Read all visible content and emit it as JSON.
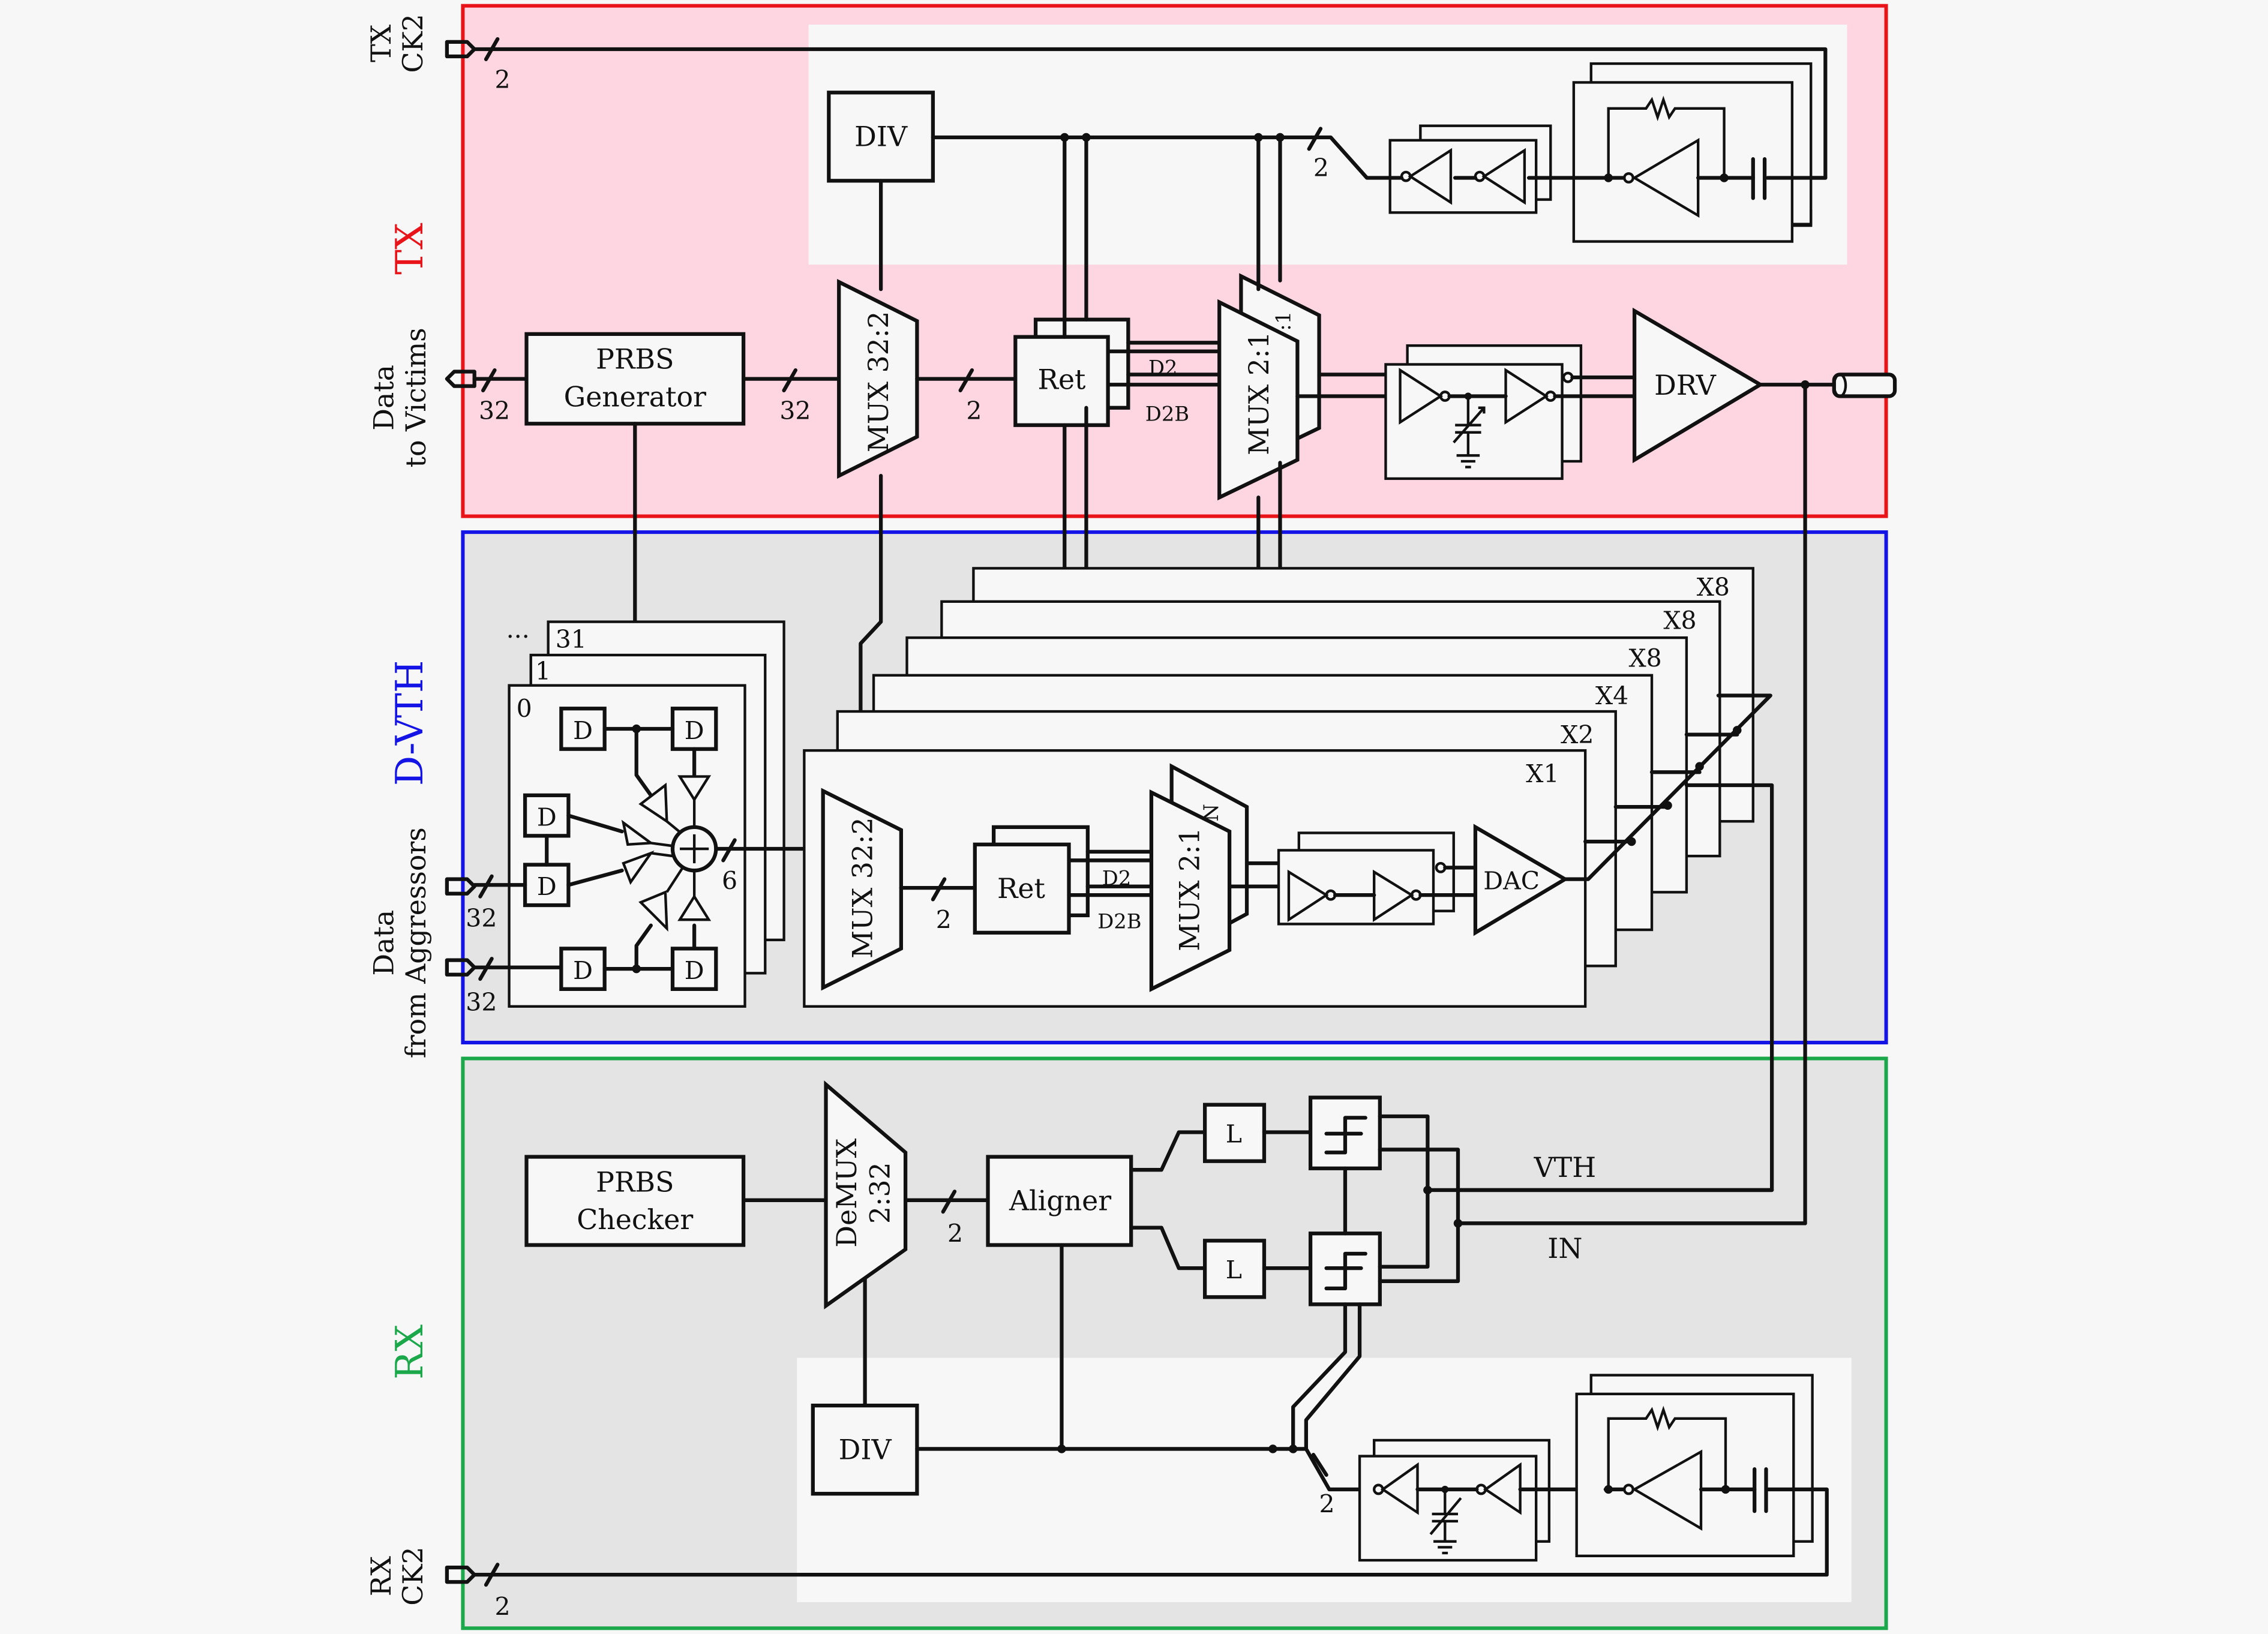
{
  "sections": {
    "tx": {
      "label": "TX",
      "color": "#e8141a",
      "fill": "#fdd6e1"
    },
    "dvth": {
      "label": "D-VTH",
      "color": "#1414e6",
      "fill": "#e4e4e4"
    },
    "rx": {
      "label": "RX",
      "color": "#1aa84a",
      "fill": "#e4e4e4"
    }
  },
  "ports": {
    "tx_clock": [
      "TX",
      "CK2"
    ],
    "tx_data": [
      "Data",
      "to Victims"
    ],
    "aggr_data": [
      "Data",
      "from Aggressors"
    ],
    "rx_clock": [
      "RX",
      "CK2"
    ]
  },
  "bus_widths": {
    "tx_clock": "2",
    "tx_data_in": "32",
    "prbs_out": "32",
    "mux_out": "2",
    "div_bus": "2",
    "aggr_in_1": "32",
    "aggr_in_2": "32",
    "sum_out": "6",
    "dvth_mux_out": "2",
    "demux_in": "2",
    "rx_div_bus": "2",
    "rx_clock": "2"
  },
  "tx": {
    "div": "DIV",
    "prbs": [
      "PRBS",
      "Generator"
    ],
    "mux32": "MUX 32:2",
    "ret": "Ret",
    "d2": "D2",
    "d2b": "D2B",
    "mux21": "MUX 2:1",
    "mux21_back": ":1",
    "drv": "DRV"
  },
  "dvth": {
    "filter_indices": [
      "0",
      "1",
      "31"
    ],
    "ellipsis": "···",
    "delay": "D",
    "mux32": "MUX 32:2",
    "ret": "Ret",
    "d2": "D2",
    "d2b": "D2B",
    "mux21": "MUX 2:1",
    "mux21_back": "N",
    "dac": "DAC",
    "weights": [
      "X1",
      "X2",
      "X4",
      "X8",
      "X8",
      "X8"
    ]
  },
  "rx": {
    "prbs": [
      "PRBS",
      "Checker"
    ],
    "demux": [
      "DeMUX",
      "2:32"
    ],
    "aligner": "Aligner",
    "latch": "L",
    "div": "DIV",
    "vth": "VTH",
    "in": "IN"
  }
}
